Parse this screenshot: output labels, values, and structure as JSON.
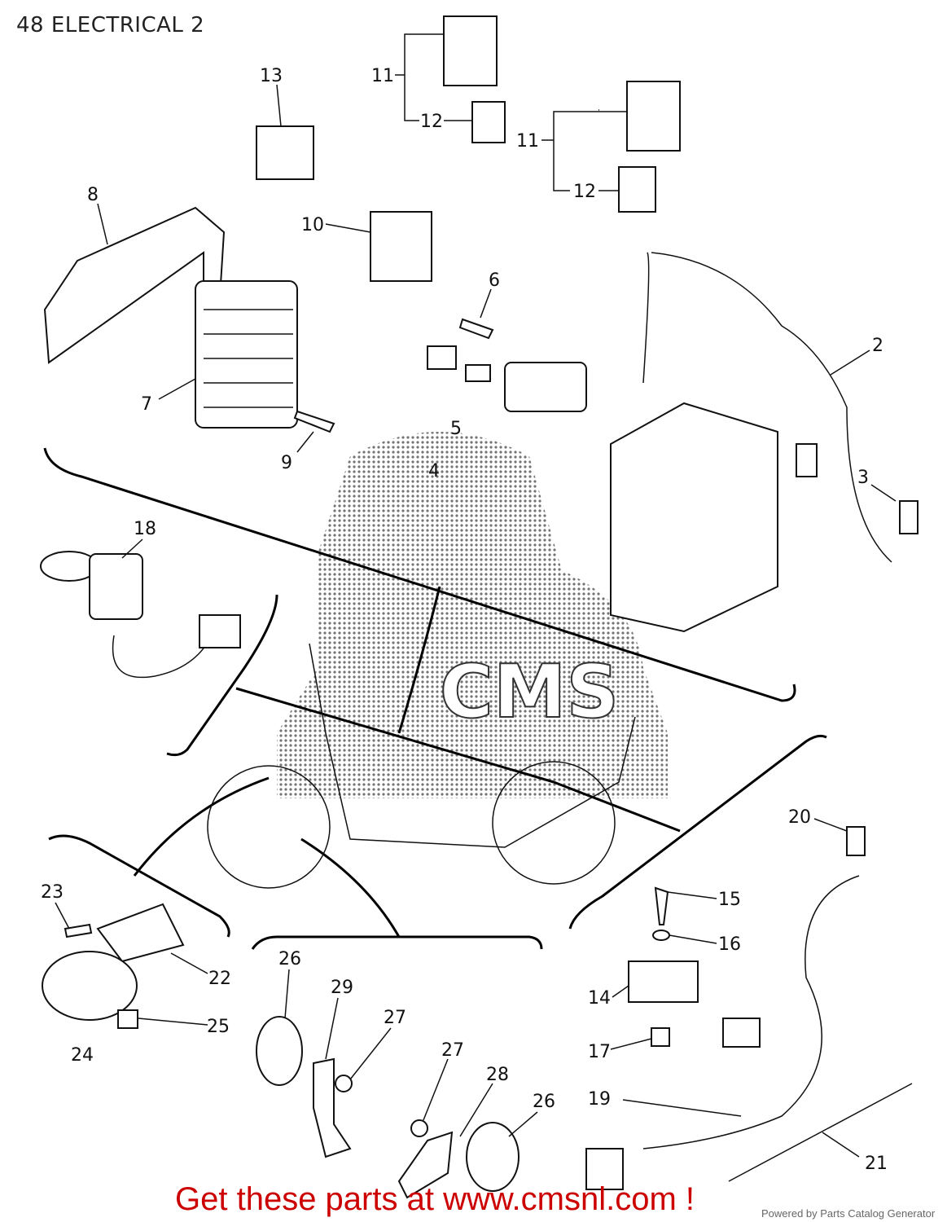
{
  "title": "48 ELECTRICAL 2",
  "callouts": [
    "13",
    "11",
    "12",
    "11",
    "12",
    "8",
    "10",
    "6",
    "2",
    "7",
    "5",
    "4",
    "9",
    "3",
    "18",
    "20",
    "15",
    "23",
    "16",
    "22",
    "26",
    "29",
    "14",
    "27",
    "25",
    "24",
    "17",
    "27",
    "28",
    "26",
    "19",
    "21"
  ],
  "watermark": "CMS",
  "footer": {
    "promo": "Get these parts at www.cmsnl.com !",
    "powered_by": "Powered by Parts Catalog Generator"
  },
  "colors": {
    "promo": "#cc0000",
    "powered": "#666666"
  }
}
